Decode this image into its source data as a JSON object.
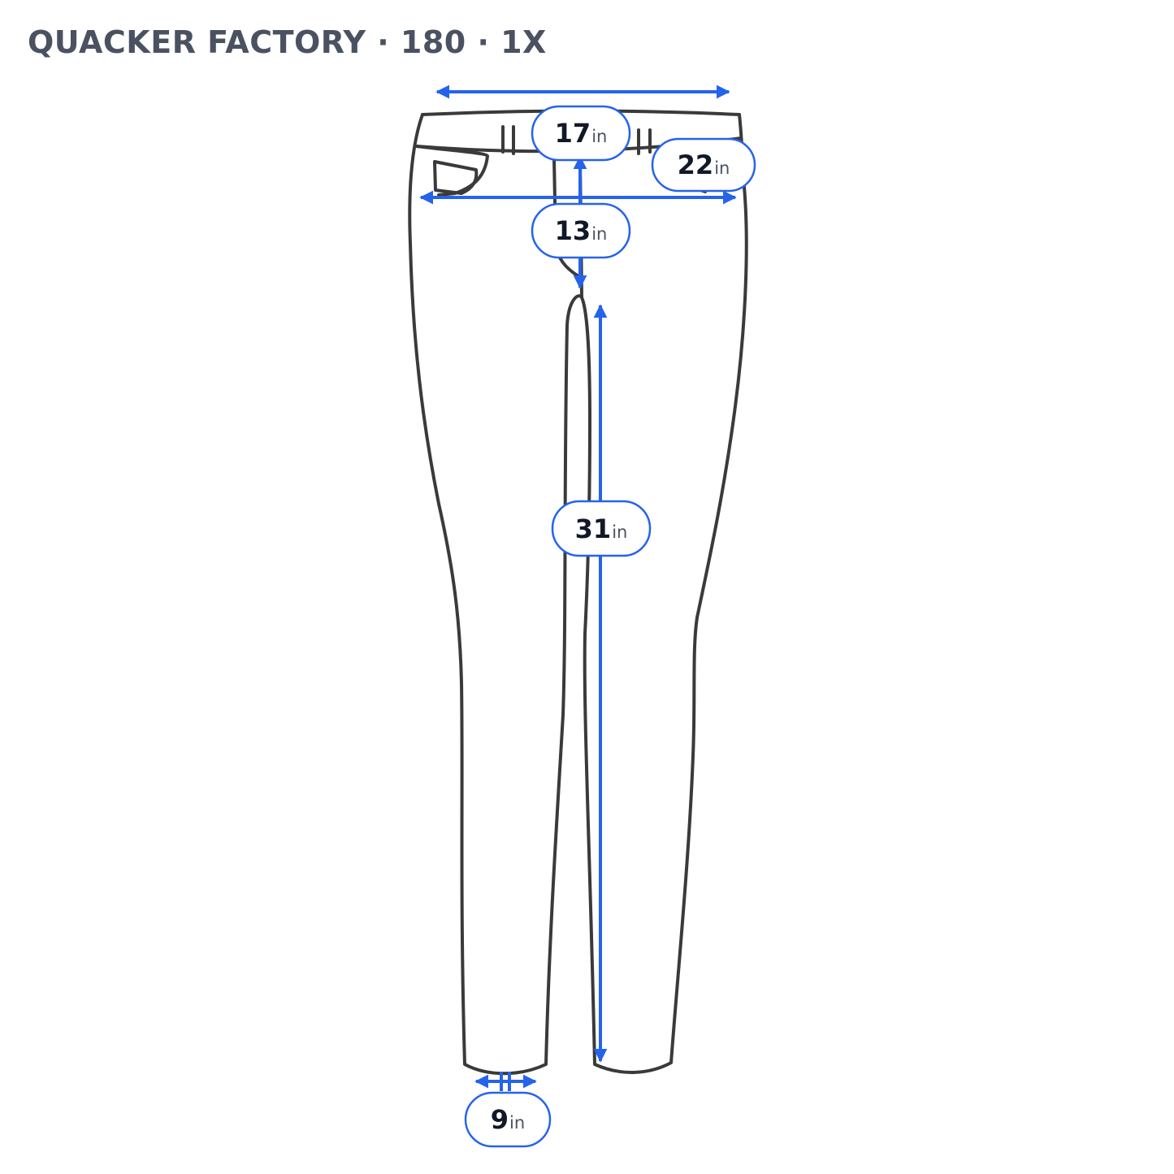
{
  "header": {
    "title": "QUACKER FACTORY · 180 · 1X"
  },
  "colors": {
    "accent": "#2563eb",
    "outline": "#3a3a3a",
    "text": "#111827",
    "muted": "#4a5262"
  },
  "measurements": {
    "waist": {
      "value": "17",
      "unit": "in"
    },
    "hip": {
      "value": "22",
      "unit": "in"
    },
    "rise": {
      "value": "13",
      "unit": "in"
    },
    "inseam": {
      "value": "31",
      "unit": "in"
    },
    "hem": {
      "value": "9",
      "unit": "in"
    }
  }
}
